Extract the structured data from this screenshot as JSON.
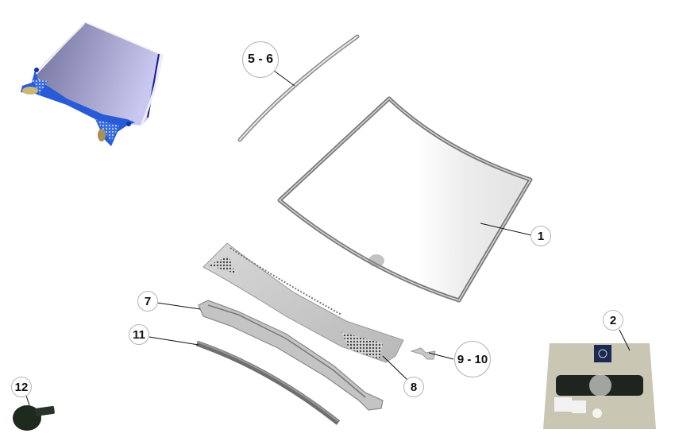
{
  "diagram": {
    "type": "exploded-parts-diagram",
    "subject": "Windscreen / cowl assembly",
    "colors": {
      "background": "#ffffff",
      "callout_border": "#b5b5b5",
      "leader_line": "#111111",
      "glass_frame": "#7a7a7a",
      "hood_blue": "#2a5bd7",
      "hood_panel": "#9a9ac8",
      "seal": "#6e6e6e",
      "bolt": "#1e2a1e"
    }
  },
  "callouts": [
    {
      "id": "1",
      "label": "1",
      "part": "windscreen-glass"
    },
    {
      "id": "2",
      "label": "2",
      "part": "windscreen-repair-kit"
    },
    {
      "id": "5-6",
      "label": "5 - 6",
      "part": "windscreen-side-molding"
    },
    {
      "id": "7",
      "label": "7",
      "part": "cowl-panel-lower"
    },
    {
      "id": "8",
      "label": "8",
      "part": "cowl-panel-cover"
    },
    {
      "id": "9-10",
      "label": "9 - 10",
      "part": "clip"
    },
    {
      "id": "11",
      "label": "11",
      "part": "seal-strip"
    },
    {
      "id": "12",
      "label": "12",
      "part": "bolt"
    }
  ]
}
